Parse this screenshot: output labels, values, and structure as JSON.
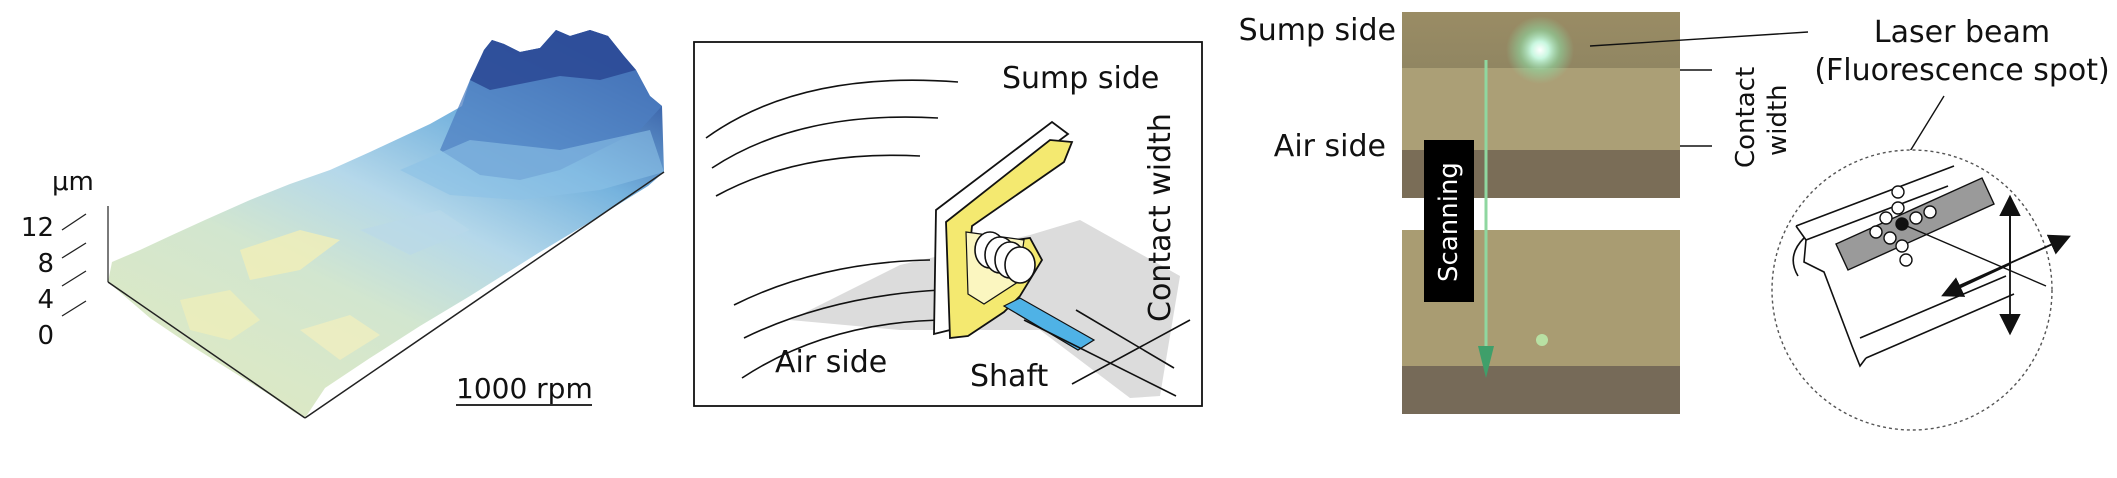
{
  "surface_plot": {
    "unit_label": "μm",
    "ticks": [
      "12",
      "8",
      "4",
      "0"
    ],
    "speed_label": "1000 rpm"
  },
  "seal_diagram": {
    "sump_label": "Sump side",
    "air_label": "Air side",
    "shaft_label": "Shaft",
    "contact_label": "Contact width"
  },
  "photo_panel": {
    "sump_label": "Sump side",
    "air_label": "Air side",
    "scan_label": "Scanning",
    "contact_label_line1": "Contact",
    "contact_label_line2": "width"
  },
  "laser_diagram": {
    "label_line1": "Laser beam",
    "label_line2": "(Fluorescence spot)"
  }
}
